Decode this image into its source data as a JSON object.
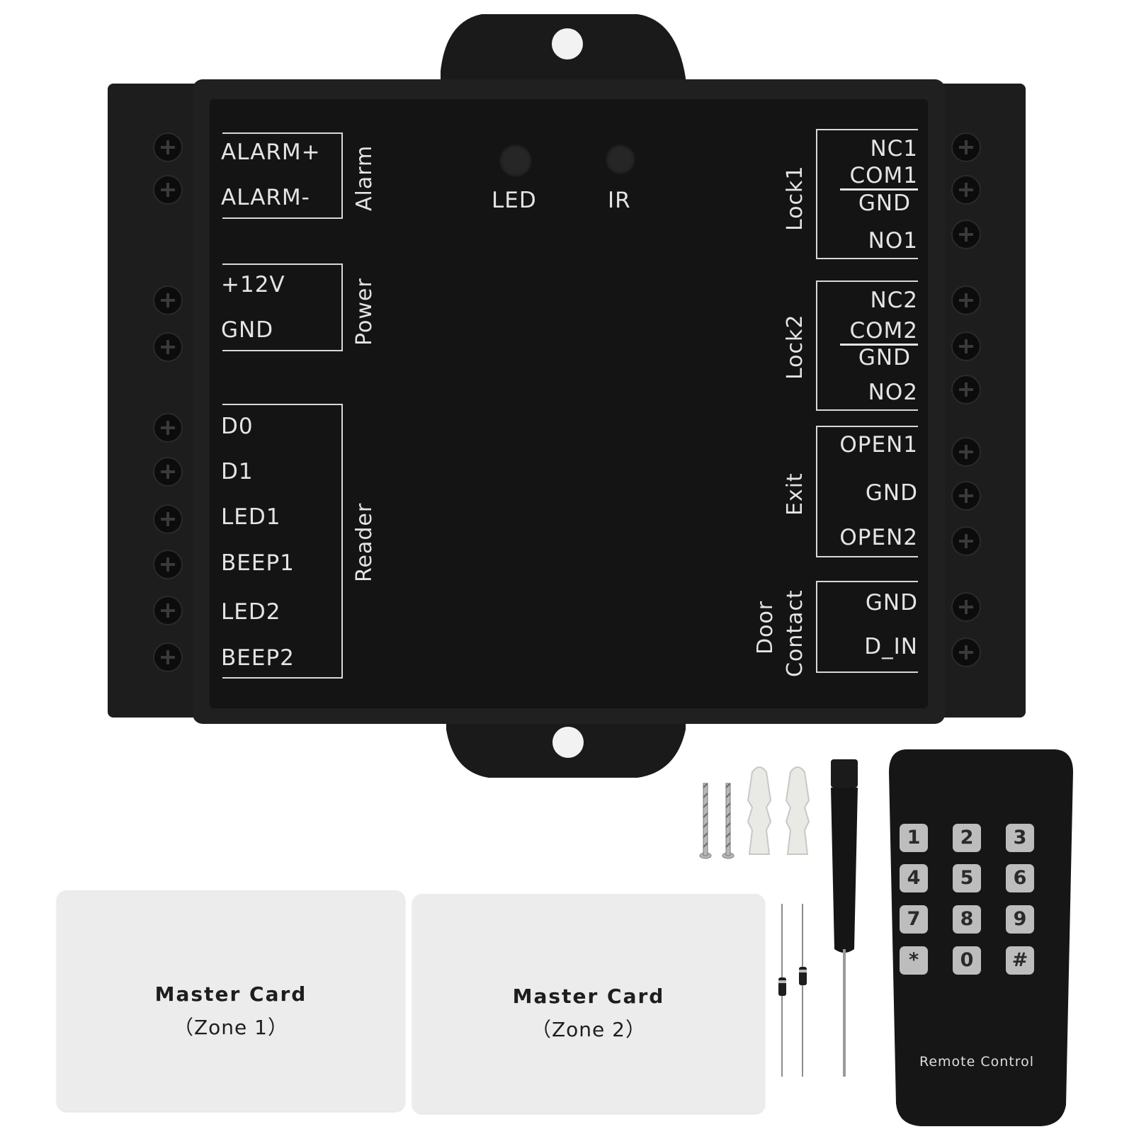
{
  "controller": {
    "left_terminals": {
      "alarm": {
        "title": "Alarm",
        "pins": [
          "ALARM+",
          "ALARM-"
        ]
      },
      "power": {
        "title": "Power",
        "pins": [
          "+12V",
          "GND"
        ]
      },
      "reader": {
        "title": "Reader",
        "pins": [
          "D0",
          "D1",
          "LED1",
          "BEEP1",
          "LED2",
          "BEEP2"
        ]
      }
    },
    "indicators": {
      "led": "LED",
      "ir": "IR"
    },
    "right_terminals": {
      "lock1": {
        "title": "Lock1",
        "pins": [
          "NC1",
          "COM1",
          "GND",
          "NO1"
        ]
      },
      "lock2": {
        "title": "Lock2",
        "pins": [
          "NC2",
          "COM2",
          "GND",
          "NO2"
        ]
      },
      "exit": {
        "title": "Exit",
        "pins": [
          "OPEN1",
          "GND",
          "OPEN2"
        ]
      },
      "door": {
        "title_line1": "Door",
        "title_line2": "Contact",
        "pins": [
          "GND",
          "D_IN"
        ]
      }
    }
  },
  "cards": [
    {
      "title": "Master Card",
      "zone": "（Zone 1）"
    },
    {
      "title": "Master Card",
      "zone": "（Zone 2）"
    }
  ],
  "remote": {
    "keys": [
      "1",
      "2",
      "3",
      "4",
      "5",
      "6",
      "7",
      "8",
      "9",
      "*",
      "0",
      "#"
    ],
    "label": "Remote Control"
  },
  "colors": {
    "housing": "#1c1c1c",
    "panel": "#131313",
    "label": "#e4e4e4",
    "card": "#ececec"
  }
}
